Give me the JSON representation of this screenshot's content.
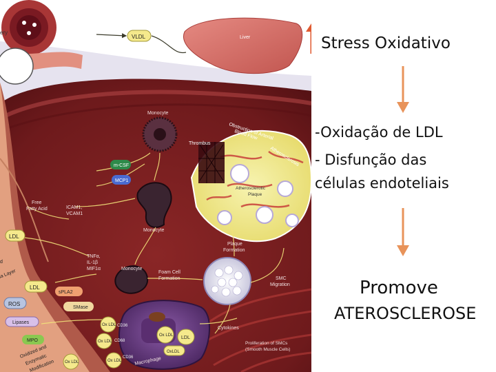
{
  "side": {
    "stress": "Stress Oxidativo",
    "ldl_oxidation": "-Oxidação de LDL",
    "dysfunction_1": "- Disfunção das",
    "dysfunction_2": "células endoteliais",
    "promote_1": "Promove",
    "promote_2": "ATEROSCLEROSE"
  },
  "colors": {
    "arrow": "#e8935a",
    "up_arrow": "#e05a30",
    "tissue": "#7a1e1e",
    "plaque": "#f2ec8c",
    "ldl_pill": "#f5e98c"
  },
  "figure": {
    "artery": "ery",
    "vldl": "VLDL",
    "liver": "Liver",
    "monocyte_top": "Monocyte",
    "obstruction_1": "Obstruction of Arterial",
    "obstruction_2": "Blood Flow",
    "thrombus": "Thrombus",
    "atherosclerosis": "Atherosclerosis",
    "mcsf": "m-CSF",
    "mcp1": "MCP1",
    "plaque_1": "Atherosclerotic",
    "plaque_2": "Plaque",
    "ffa_1": "Free",
    "ffa_2": "Fatty Acid",
    "icam_1": "ICAM1,",
    "icam_2": "VCAM1",
    "monocyte_mid": "Monocyte",
    "ldl_left": "LDL",
    "plaque_formation_1": "Plaque",
    "plaque_formation_2": "Formation",
    "d_left": "d",
    "tnf_1": "TNFα,",
    "tnf_2": "IL-1β",
    "tnf_3": "MIF1α",
    "monocyte_low": "Monocyte",
    "foam_1": "Foam Cell",
    "foam_2": "Formation",
    "layer": "ia Layer",
    "ldl_low": "LDL",
    "spla2": "sPLA2",
    "smc_1": "SMC",
    "smc_2": "Migration",
    "ros": "ROS",
    "smase": "SMase",
    "lipases": "Lipases",
    "ox_ldl_1": "Ox LDL",
    "cd36_1": "CD36",
    "ox_ldl_2": "Ox LDL",
    "ldl_right": "LDL",
    "cytokines": "Cytokines",
    "mpo": "MPO",
    "ox_ldl_3": "Ox LDL",
    "cd68": "CD68",
    "oxldl": "OxLDL",
    "prolif_1": "Proliferation of SMCs",
    "prolif_2": "(Smooth Muscle Cells)",
    "oxid_1": "Oxidized and",
    "oxid_2": "Enzymatic",
    "oxid_3": "Modification",
    "ox_ldl_4": "Ox LDL",
    "ox_ldl_5": "Ox LDL",
    "cd_small": "CD36",
    "macrophage": "Macrophage"
  }
}
